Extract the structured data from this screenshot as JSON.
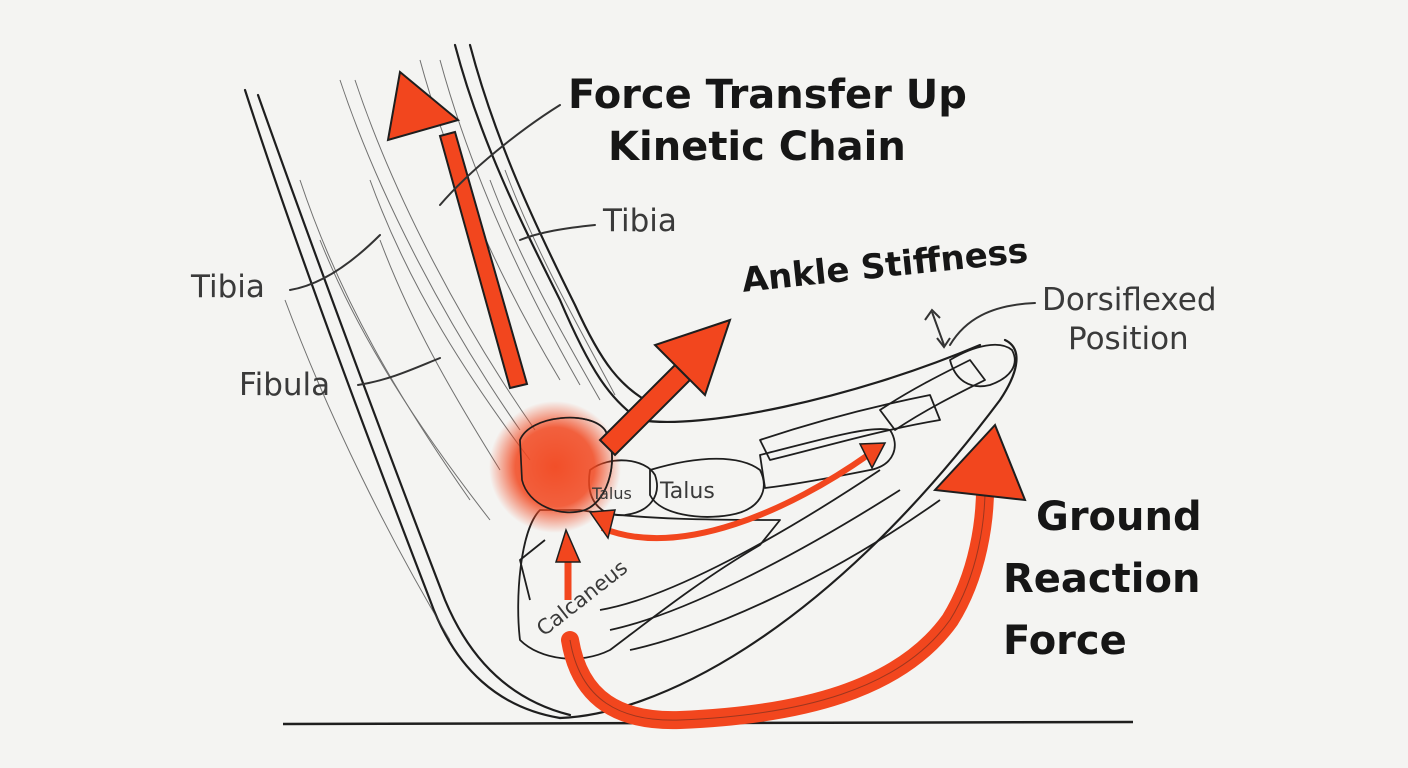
{
  "labels": {
    "force_transfer": [
      "Force Transfer Up",
      "Kinetic Chain"
    ],
    "tibia_right": "Tibia",
    "tibia_left": "Tibia",
    "fibula": "Fibula",
    "ankle_stiffness": "Ankle Stiffness",
    "dorsiflexed": [
      "Dorsiflexed",
      "Position"
    ],
    "talus_small": "Talus",
    "talus": "Talus",
    "calcaneus": "Calcaneus",
    "ground_reaction": [
      "Ground",
      "Reaction",
      "Force"
    ]
  },
  "colors": {
    "background": "#f4f4f2",
    "ink": "#1e1e1e",
    "accent": "#f2461e",
    "accent_dark": "#b8260a"
  }
}
